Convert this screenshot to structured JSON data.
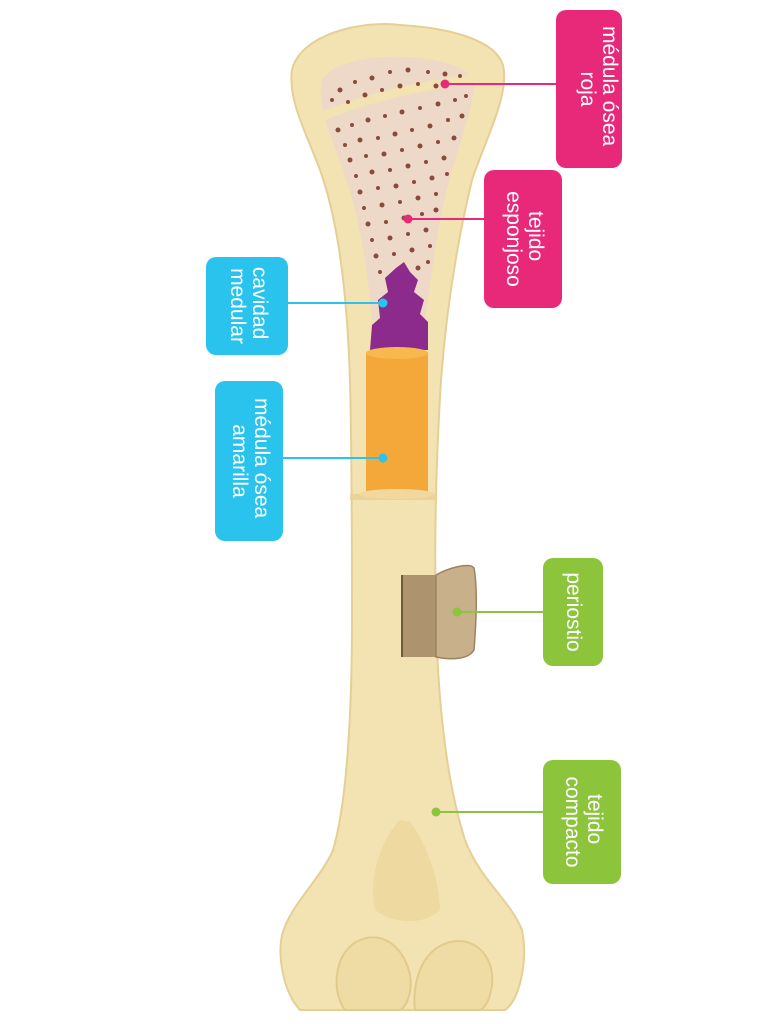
{
  "labels": {
    "medula_roja": {
      "line1": "médula ósea",
      "line2": "roja"
    },
    "tejido_esponjoso": {
      "line1": "tejido",
      "line2": "esponjoso"
    },
    "cavidad_medular": {
      "line1": "cavidad",
      "line2": "medular"
    },
    "medula_amarilla": {
      "line1": "médula ósea",
      "line2": "amarilla"
    },
    "periostio": {
      "line1": "periostio"
    },
    "tejido_compacto": {
      "line1": "tejido",
      "line2": "compacto"
    }
  },
  "colors": {
    "bone": "#f4e3b2",
    "bone_shadow": "#e9d39a",
    "spongy_fill": "#eed8c8",
    "spongy_dots": "#8a4c3a",
    "medullary_cavity": "#8c2b8c",
    "yellow_marrow": "#f4a83a",
    "periosteum": "#b39a73",
    "pink_label": "#e8297a",
    "cyan_label": "#29c3ee",
    "green_label": "#8cc43c"
  }
}
